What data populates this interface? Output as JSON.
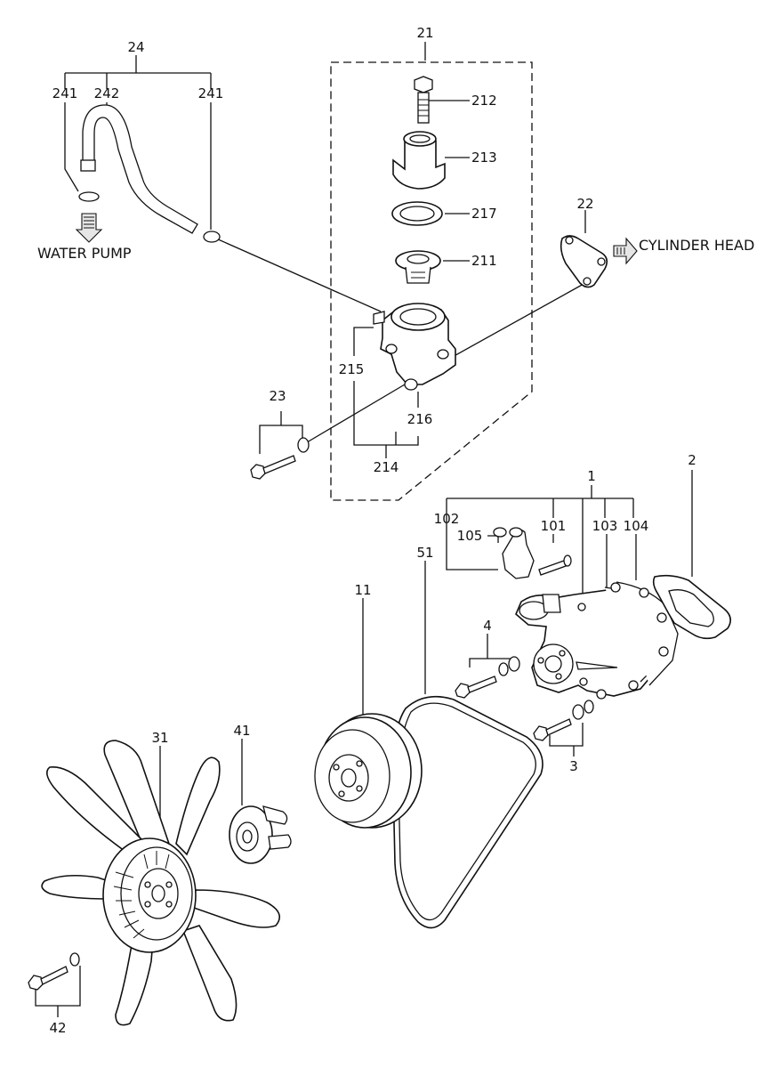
{
  "labels": {
    "p24": "24",
    "p241a": "241",
    "p242": "242",
    "p241b": "241",
    "p21": "21",
    "p212": "212",
    "p213": "213",
    "p217": "217",
    "p211": "211",
    "p22": "22",
    "p215": "215",
    "p216": "216",
    "p214": "214",
    "p23": "23",
    "p1": "1",
    "p2": "2",
    "p102": "102",
    "p101": "101",
    "p103": "103",
    "p104": "104",
    "p105": "105",
    "p51": "51",
    "p11": "11",
    "p4": "4",
    "p3": "3",
    "p31": "31",
    "p41": "41",
    "p42": "42"
  },
  "callouts": {
    "water_pump": "WATER PUMP",
    "cylinder_head": "CYLINDER HEAD"
  },
  "icons": {
    "water_pump_arrow": "arrow-down-icon",
    "cylinder_head_arrow": "arrow-right-icon"
  }
}
